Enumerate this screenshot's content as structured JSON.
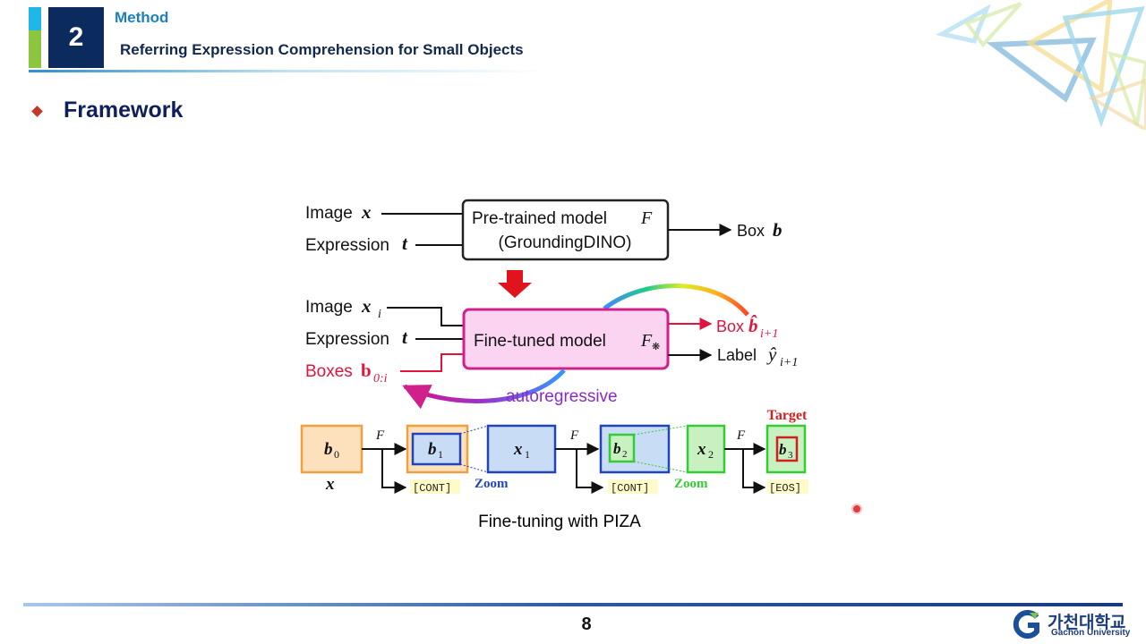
{
  "header": {
    "section_number": "2",
    "section_label": "Method",
    "subtitle": "Referring Expression Comprehension for Small Objects"
  },
  "section_title": "Framework",
  "diagram": {
    "top": {
      "input_image": "Image",
      "input_image_var": "x",
      "input_expr": "Expression",
      "input_expr_var": "t",
      "model_line1": "Pre-trained model",
      "model_var": "F",
      "model_line2": "(GroundingDINO)",
      "output": "Box",
      "output_var": "b"
    },
    "piza_label": "PIZA",
    "middle": {
      "input_image": "Image",
      "input_image_var": "x",
      "input_image_sub": "i",
      "input_expr": "Expression",
      "input_expr_var": "t",
      "input_boxes": "Boxes",
      "input_boxes_var": "b",
      "input_boxes_sub": "0:i",
      "model": "Fine-tuned model",
      "model_var": "F",
      "output_box": "Box",
      "output_box_var": "b̂",
      "output_box_sub": "i+1",
      "output_label": "Label",
      "output_label_var": "ŷ",
      "output_label_sub": "i+1",
      "loop_label": "autoregressive"
    },
    "bottom": {
      "target_label": "Target",
      "model_symbol": "F",
      "b0": "b",
      "b0_sub": "0",
      "x_label": "x",
      "b1": "b",
      "b1_sub": "1",
      "x1": "x",
      "x1_sub": "1",
      "b2": "b",
      "b2_sub": "2",
      "x2": "x",
      "x2_sub": "2",
      "b3": "b",
      "b3_sub": "3",
      "token_cont_1": "[CONT]",
      "token_cont_2": "[CONT]",
      "token_eos": "[EOS]",
      "zoom_1": "Zoom",
      "zoom_2": "Zoom"
    },
    "colors": {
      "accent_red": "#e0143c",
      "orange": "#f0a040",
      "blue": "#2244bb",
      "green": "#33cc33",
      "target_red": "#d02020",
      "model_fill": "#fbd4f2",
      "model_border": "#d0208c"
    }
  },
  "caption": "Fine-tuning with PIZA",
  "footer": {
    "page_number": "8",
    "logo_korean": "가천대학교",
    "logo_english": "Gachon University"
  }
}
